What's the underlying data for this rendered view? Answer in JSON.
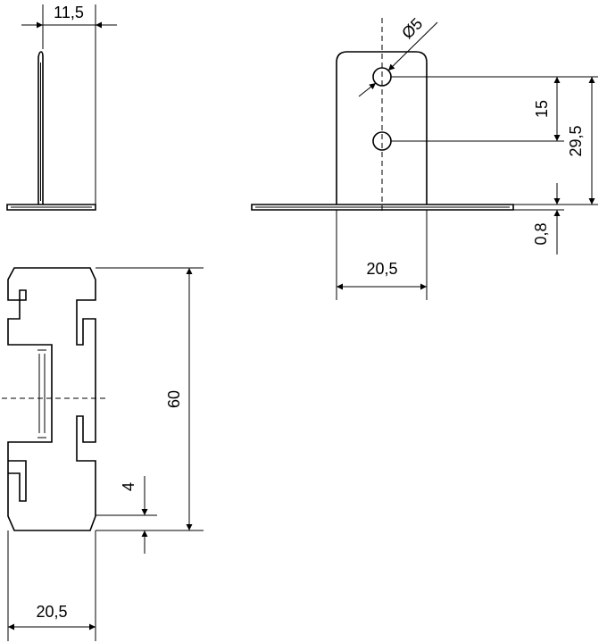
{
  "dimensions": {
    "side_width": "11,5",
    "hole_diameter": "Ø5",
    "hole_spacing": "15",
    "hole_height": "29,5",
    "sheet_thickness": "0,8",
    "front_width": "20,5",
    "plan_length": "60",
    "slot_step": "4",
    "plan_width": "20,5"
  }
}
